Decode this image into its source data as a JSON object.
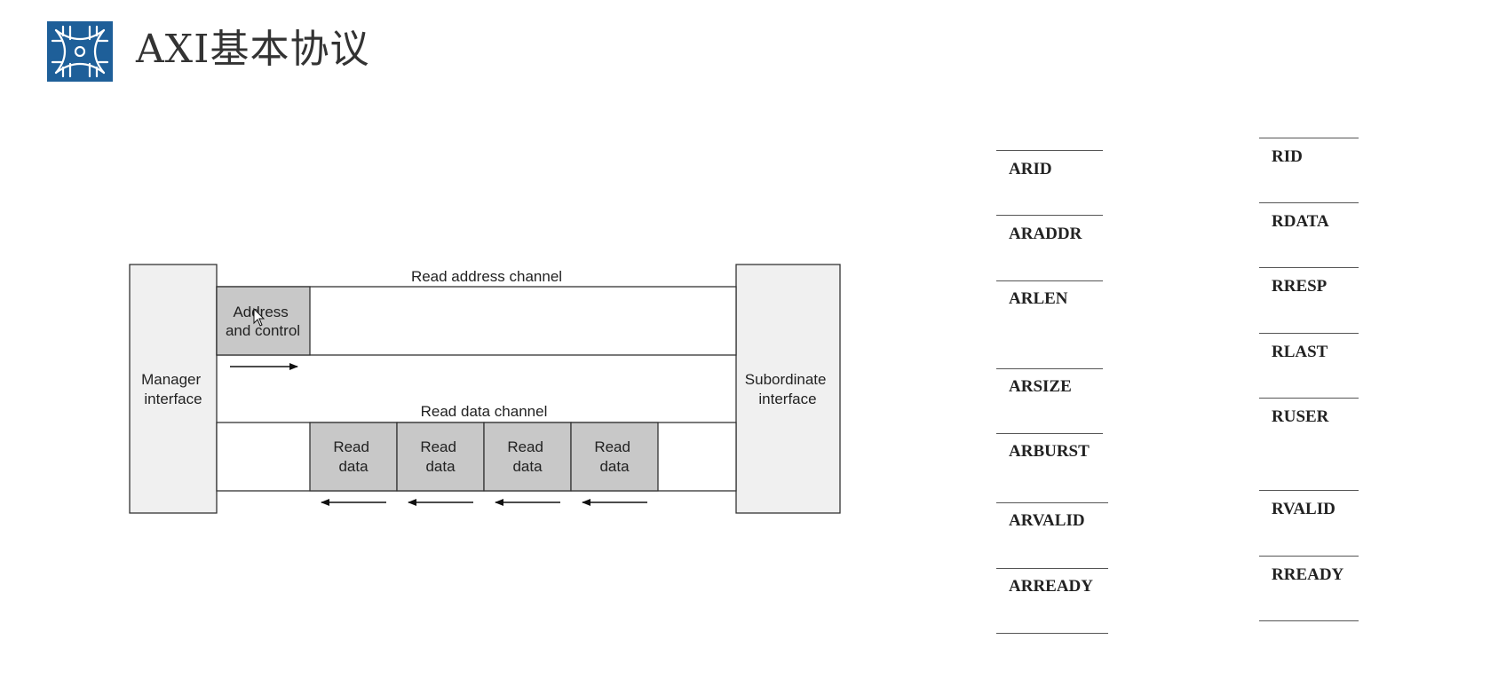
{
  "header": {
    "title": "AXI基本协议",
    "logo_color": "#1e5f99"
  },
  "diagram": {
    "manager_interface": [
      "Manager",
      "interface"
    ],
    "subordinate_interface": [
      "Subordinate",
      "interface"
    ],
    "read_address_channel": "Read address channel",
    "read_data_channel": "Read data channel",
    "address_and_control": [
      "Address",
      "and control"
    ],
    "read_data_beats": [
      [
        "Read",
        "data"
      ],
      [
        "Read",
        "data"
      ],
      [
        "Read",
        "data"
      ],
      [
        "Read",
        "data"
      ]
    ],
    "packet_fill": "#c8c8c8",
    "interface_fill": "#f0f0f0"
  },
  "signals": {
    "read_address": [
      "ARID",
      "ARADDR",
      "ARLEN",
      "ARSIZE",
      "ARBURST",
      "ARVALID",
      "ARREADY"
    ],
    "read_data": [
      "RID",
      "RDATA",
      "RRESP",
      "RLAST",
      "RUSER",
      "RVALID",
      "RREADY"
    ]
  }
}
